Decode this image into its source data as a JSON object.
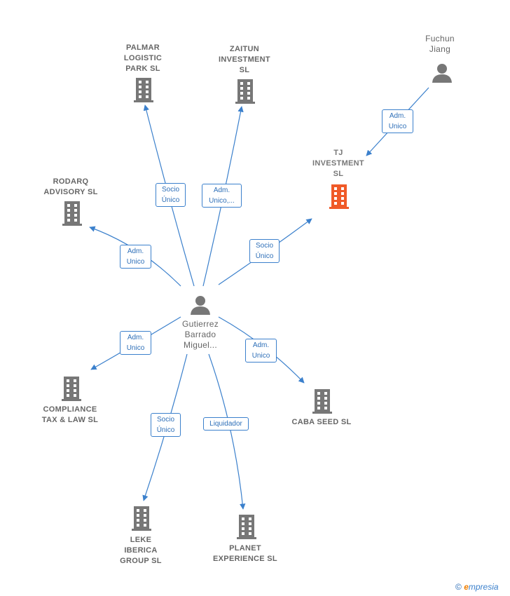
{
  "nodes": {
    "palmar": "PALMAR\nLOGISTIC\nPARK  SL",
    "zaitun": "ZAITUN\nINVESTMENT\nSL",
    "fuchun": "Fuchun\nJiang",
    "tj": "TJ\nINVESTMENT\nSL",
    "rodarq": "RODARQ\nADVISORY  SL",
    "center": "Gutierrez\nBarrado\nMiguel...",
    "compliance": "COMPLIANCE\nTAX & LAW  SL",
    "caba": "CABA SEED  SL",
    "leke": "LEKE\nIBERICA\nGROUP  SL",
    "planet": "PLANET\nEXPERIENCE SL"
  },
  "edges": {
    "fuchun_tj": "Adm.\nUnico",
    "center_palmar": "Socio\nÚnico",
    "center_zaitun": "Adm.\nUnico,...",
    "center_rodarq": "Adm.\nUnico",
    "center_tj": "Socio\nÚnico",
    "center_compliance": "Adm.\nUnico",
    "center_caba": "Adm.\nUnico",
    "center_leke": "Socio\nÚnico",
    "center_planet": "Liquidador"
  },
  "colors": {
    "edge": "#3b80cc",
    "building": "#777777",
    "focus_building": "#f05a28",
    "person": "#777777"
  },
  "watermark": {
    "copyright": "©",
    "brand_initial": "e",
    "brand_rest": "mpresia"
  }
}
